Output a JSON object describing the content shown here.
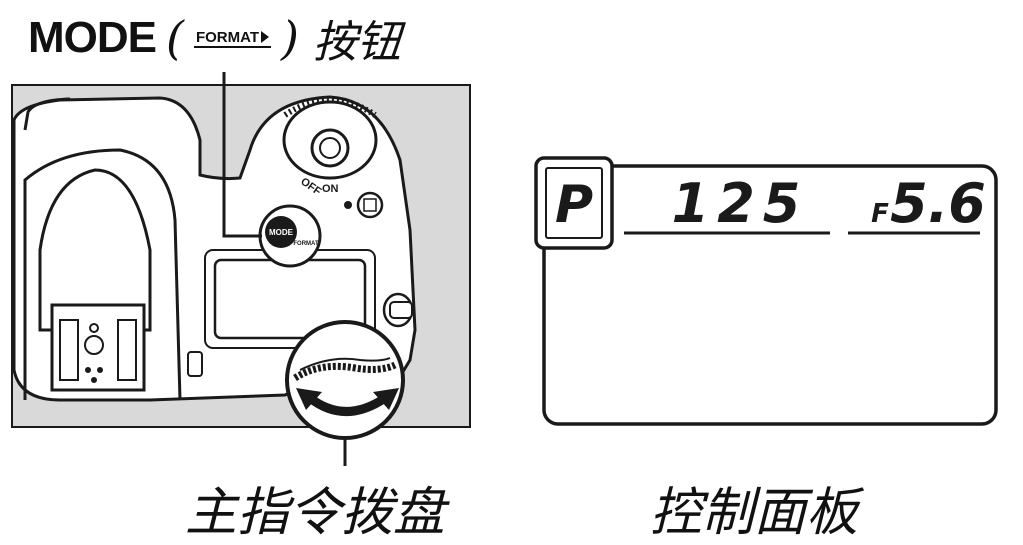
{
  "captions": {
    "mode_word": "MODE",
    "paren_open": "(",
    "paren_close": ")",
    "format_label": "FORMAT",
    "button_suffix": "按钮",
    "main_dial": "主指令拨盘",
    "control_panel": "控制面板"
  },
  "camera": {
    "mode_button_label": "MODE",
    "mode_button_sub": "FORMAT",
    "power_off": "OFF",
    "power_on": "ON"
  },
  "lcd": {
    "exposure_mode": "P",
    "shutter_speed": "125",
    "aperture_prefix": "F",
    "aperture_value": "5.6"
  },
  "colors": {
    "camera_bg": "#d9d9d9",
    "line": "#1a1a1a",
    "camera_body": "#ffffff"
  }
}
